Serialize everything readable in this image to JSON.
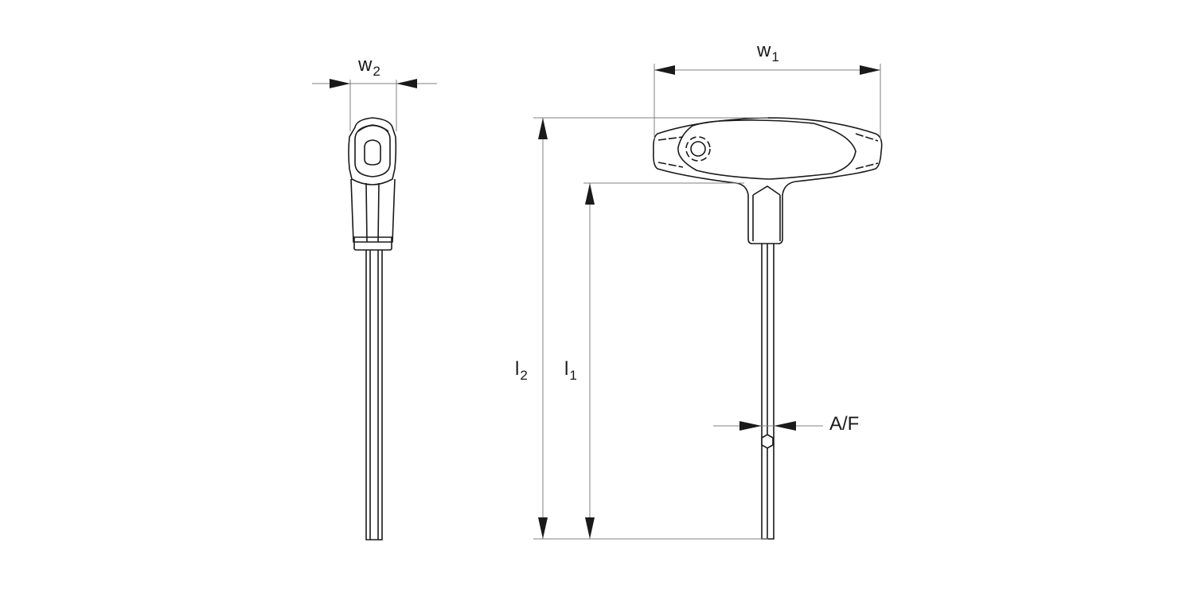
{
  "diagram": {
    "subject": "T-handle hex key dimension drawing",
    "views": [
      "side-view",
      "front-view"
    ],
    "colors": {
      "outline": "#1a1a1a",
      "dimension_line": "#808080",
      "background": "#ffffff"
    }
  },
  "labels": {
    "w2": {
      "base": "w",
      "sub": "2"
    },
    "w1": {
      "base": "w",
      "sub": "1"
    },
    "l2": {
      "base": "l",
      "sub": "2"
    },
    "l1": {
      "base": "l",
      "sub": "1"
    },
    "af": "A/F"
  }
}
